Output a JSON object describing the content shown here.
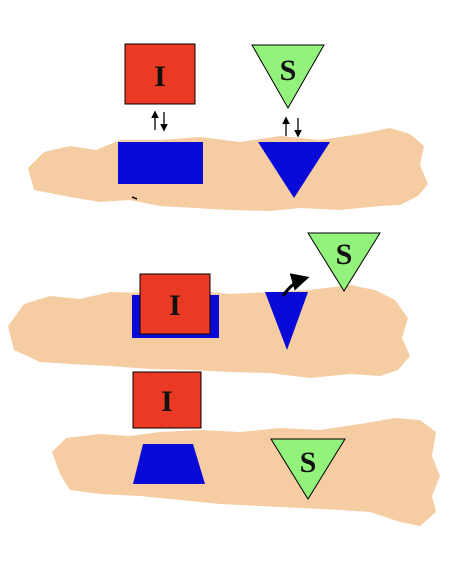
{
  "colors": {
    "membrane": "#f6cda3",
    "site": "#0a0ad8",
    "inhibitor": "#ea3a24",
    "substrate": "#92f27c",
    "outline": "#000000"
  },
  "labels": {
    "inhibitor": "I",
    "substrate": "S"
  },
  "panels": [
    {
      "state": "inhibitor and substrate in reversible equilibrium with their binding sites"
    },
    {
      "state": "inhibitor bound, site distorted, substrate released"
    },
    {
      "state": "inhibitor dissociated, sites restored"
    }
  ]
}
